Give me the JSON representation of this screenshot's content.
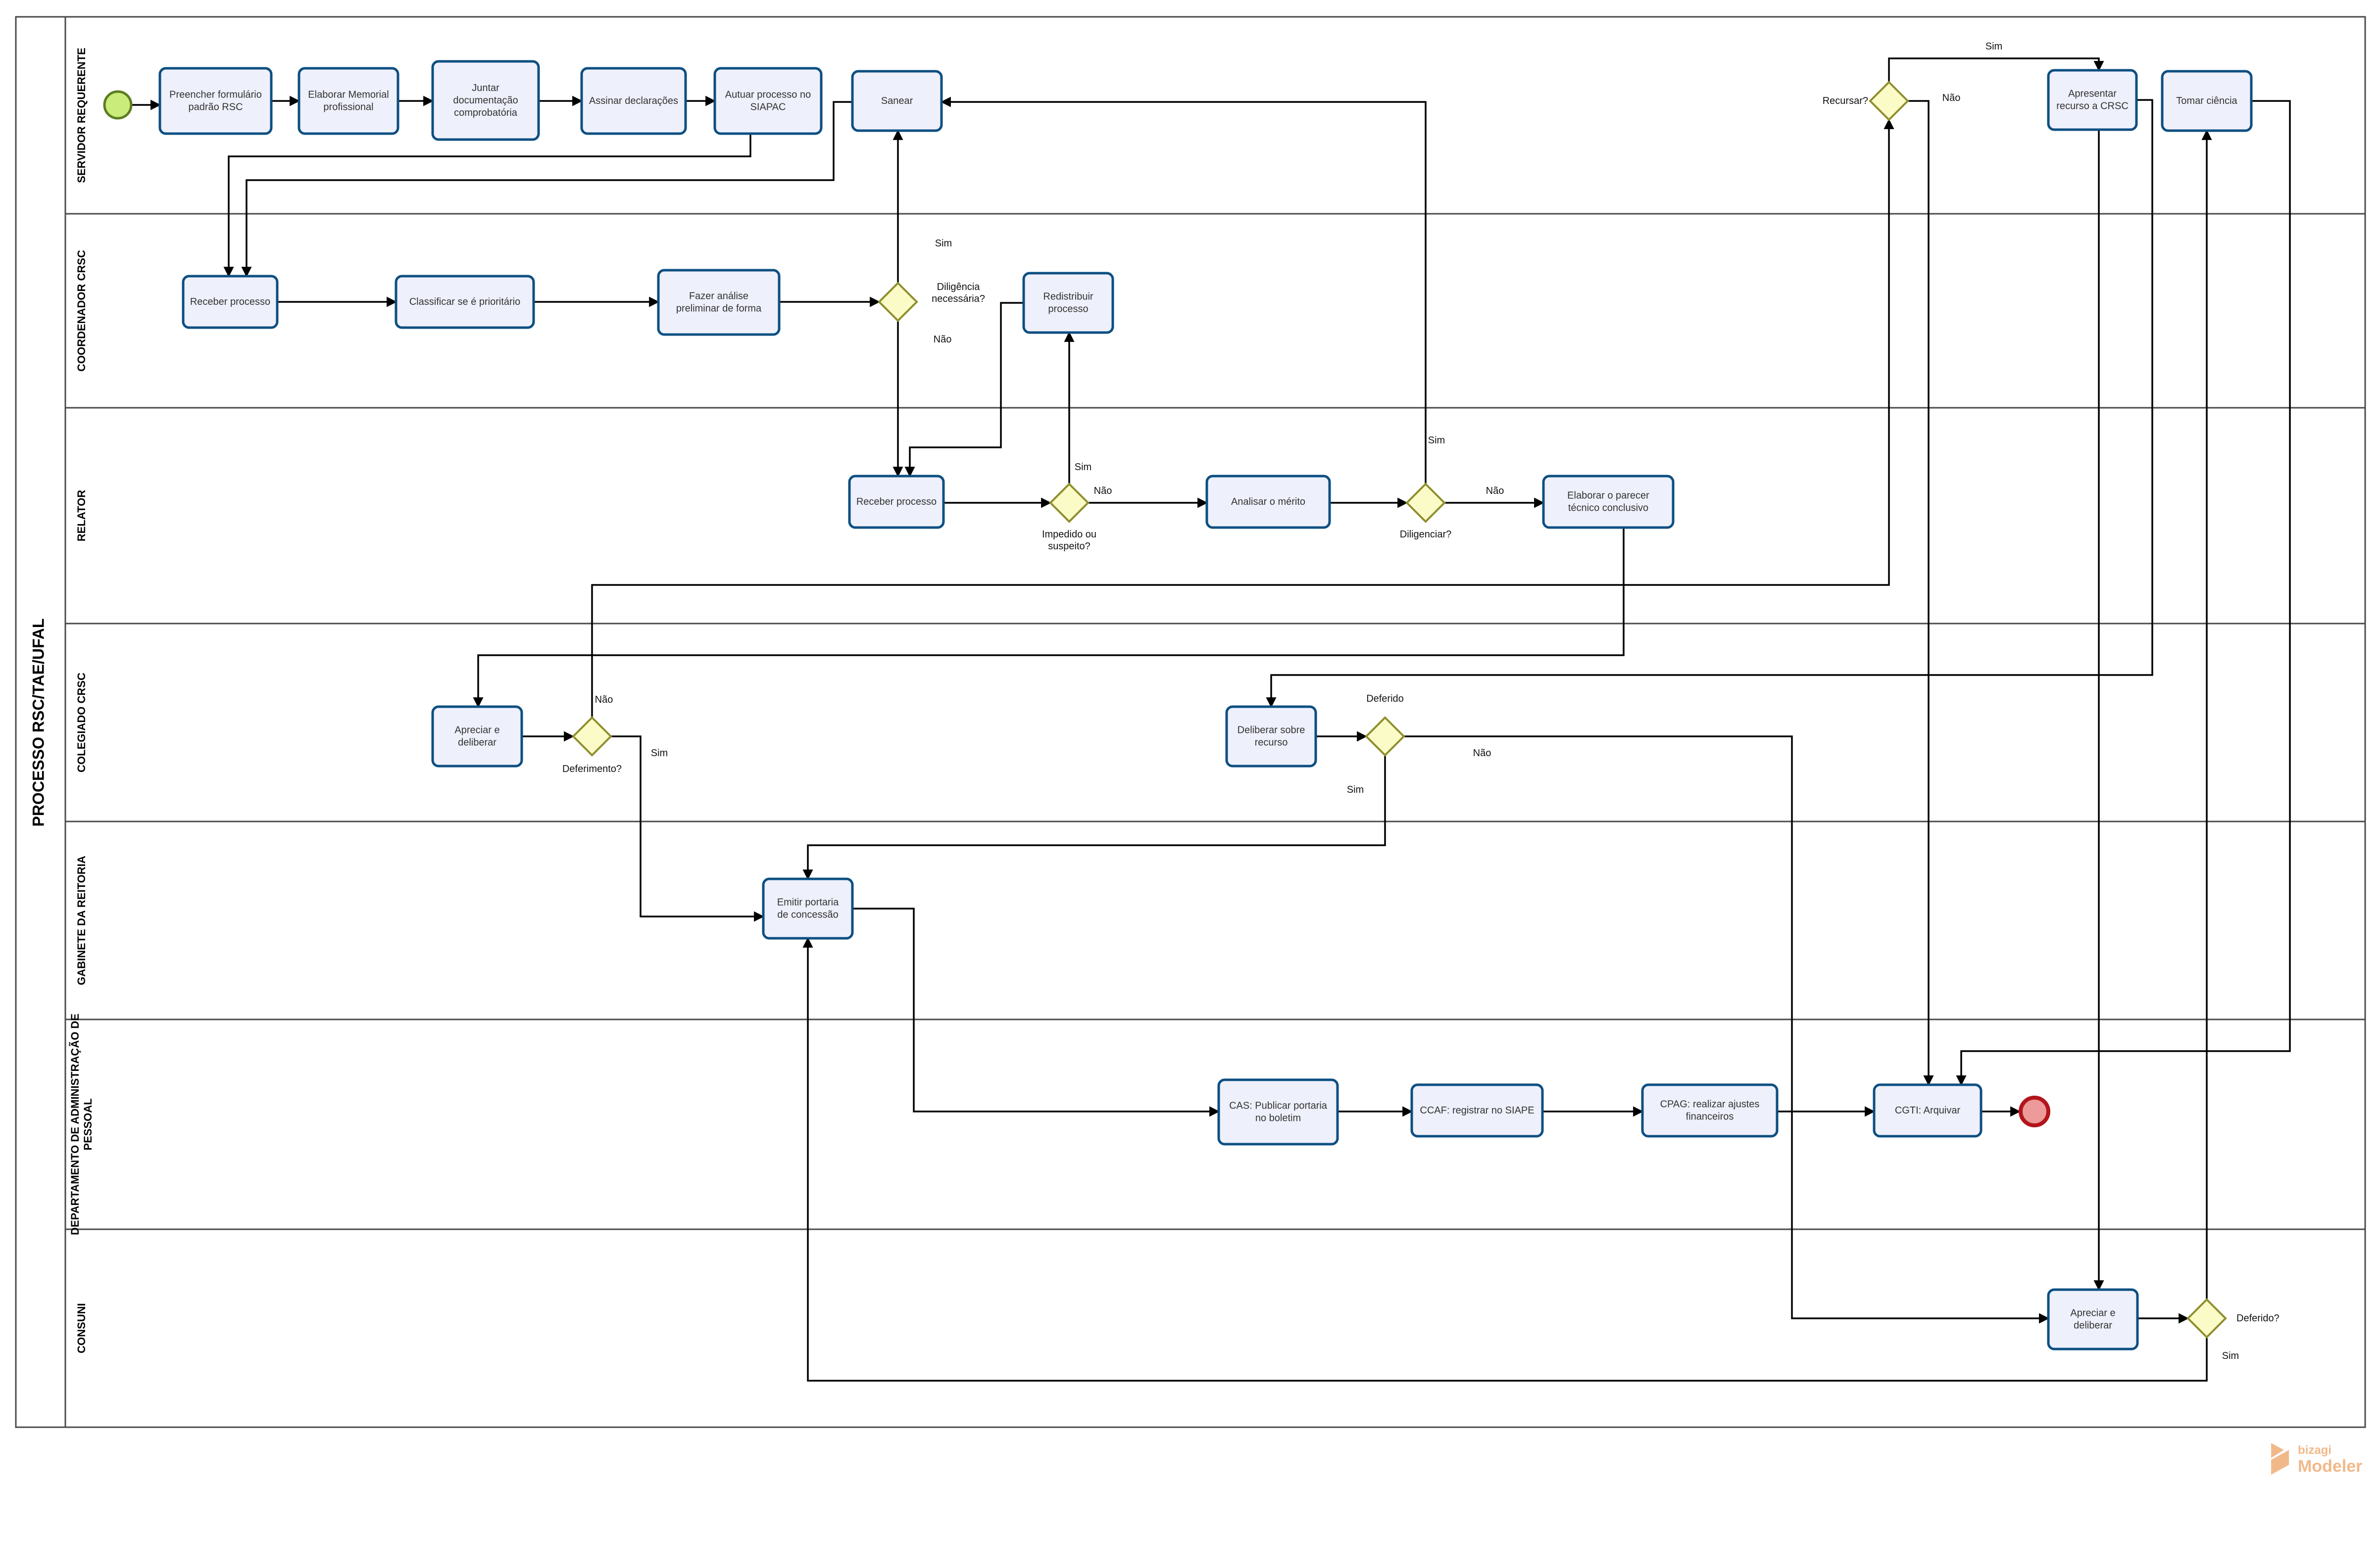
{
  "pool": {
    "label": "PROCESSO RSC/TAE/UFAL"
  },
  "lanes": [
    {
      "id": "servidor",
      "lines": [
        "SERVIDOR REQUERENTE"
      ]
    },
    {
      "id": "coordenador",
      "lines": [
        "COORDENADOR CRSC"
      ]
    },
    {
      "id": "relator",
      "lines": [
        "RELATOR"
      ]
    },
    {
      "id": "colegiado",
      "lines": [
        "COLEGIADO CRSC"
      ]
    },
    {
      "id": "gabinete",
      "lines": [
        "GABINETE DA REITORIA"
      ]
    },
    {
      "id": "dap",
      "lines": [
        "DEPARTAMENTO DE ADMINISTRAÇÃO DE",
        "PESSOAL"
      ]
    },
    {
      "id": "consuni",
      "lines": [
        "CONSUNI"
      ]
    }
  ],
  "tasks": [
    {
      "id": "t_preencher",
      "lines": [
        "Preencher formulário",
        "padrão RSC"
      ]
    },
    {
      "id": "t_memorial",
      "lines": [
        "Elaborar Memorial",
        "profissional"
      ]
    },
    {
      "id": "t_juntar",
      "lines": [
        "Juntar",
        "documentação",
        "comprobatória"
      ]
    },
    {
      "id": "t_assinar",
      "lines": [
        "Assinar declarações"
      ]
    },
    {
      "id": "t_autuar",
      "lines": [
        "Autuar processo no",
        "SIAPAC"
      ]
    },
    {
      "id": "t_sanear",
      "lines": [
        "Sanear"
      ]
    },
    {
      "id": "t_apresentar",
      "lines": [
        "Apresentar",
        "recurso a CRSC"
      ]
    },
    {
      "id": "t_ciencia",
      "lines": [
        "Tomar ciência"
      ]
    },
    {
      "id": "t_receber_coord",
      "lines": [
        "Receber processo"
      ]
    },
    {
      "id": "t_classificar",
      "lines": [
        "Classificar se é prioritário"
      ]
    },
    {
      "id": "t_analise",
      "lines": [
        "Fazer análise",
        "preliminar de forma"
      ]
    },
    {
      "id": "t_redistribuir",
      "lines": [
        "Redistribuir",
        "processo"
      ]
    },
    {
      "id": "t_receber_rel",
      "lines": [
        "Receber processo"
      ]
    },
    {
      "id": "t_merito",
      "lines": [
        "Analisar o mérito"
      ]
    },
    {
      "id": "t_parecer",
      "lines": [
        "Elaborar o parecer",
        "técnico conclusivo"
      ]
    },
    {
      "id": "t_apreciar_col",
      "lines": [
        "Apreciar e",
        "deliberar"
      ]
    },
    {
      "id": "t_deliberar_rec",
      "lines": [
        "Deliberar sobre",
        "recurso"
      ]
    },
    {
      "id": "t_emitir",
      "lines": [
        "Emitir portaria",
        "de concessão"
      ]
    },
    {
      "id": "t_cas",
      "lines": [
        "CAS: Publicar portaria",
        "no boletim"
      ]
    },
    {
      "id": "t_ccaf",
      "lines": [
        "CCAF: registrar no SIAPE"
      ]
    },
    {
      "id": "t_cpag",
      "lines": [
        "CPAG: realizar ajustes",
        "financeiros"
      ]
    },
    {
      "id": "t_cgti",
      "lines": [
        "CGTI: Arquivar"
      ]
    },
    {
      "id": "t_apreciar_cons",
      "lines": [
        "Apreciar e",
        "deliberar"
      ]
    }
  ],
  "gateways": [
    {
      "id": "g_recursar",
      "lines": [
        "Recursar?"
      ]
    },
    {
      "id": "g_diligencia",
      "lines": [
        "Diligência",
        "necessária?"
      ]
    },
    {
      "id": "g_impedido",
      "lines": [
        "Impedido ou",
        "suspeito?"
      ]
    },
    {
      "id": "g_diligenciar",
      "lines": [
        "Diligenciar?"
      ]
    },
    {
      "id": "g_deferimento",
      "lines": [
        "Deferimento?"
      ]
    },
    {
      "id": "g_deferido_col",
      "lines": [
        "Deferido"
      ]
    },
    {
      "id": "g_deferido_cons",
      "lines": [
        "Deferido?"
      ]
    }
  ],
  "flow_labels": [
    {
      "id": "f_recursar_sim",
      "text": "Sim"
    },
    {
      "id": "f_recursar_nao",
      "text": "Não"
    },
    {
      "id": "f_dilig_sim",
      "text": "Sim"
    },
    {
      "id": "f_dilig_nao",
      "text": "Não"
    },
    {
      "id": "f_imped_sim",
      "text": "Sim"
    },
    {
      "id": "f_imped_nao",
      "text": "Não"
    },
    {
      "id": "f_diligen_sim",
      "text": "Sim"
    },
    {
      "id": "f_diligen_nao",
      "text": "Não"
    },
    {
      "id": "f_deferim_nao",
      "text": "Não"
    },
    {
      "id": "f_deferim_sim",
      "text": "Sim"
    },
    {
      "id": "f_defcol_sim",
      "text": "Sim"
    },
    {
      "id": "f_defcol_nao",
      "text": "Não"
    },
    {
      "id": "f_defcons_sim",
      "text": "Sim"
    }
  ],
  "events": {
    "start": {
      "color": "#c9ec7a",
      "stroke": "#5d7d22"
    },
    "end": {
      "color": "#ec9a9a",
      "stroke": "#b3151b"
    }
  },
  "branding": {
    "top": "bizagi",
    "bottom": "Modeler"
  },
  "colors": {
    "task_fill": "#eef0fb",
    "task_stroke": "#0d4f82",
    "gateway_fill": "#fbfbc8",
    "gateway_stroke": "#8f8f2e",
    "logo": "#f1b98a"
  }
}
